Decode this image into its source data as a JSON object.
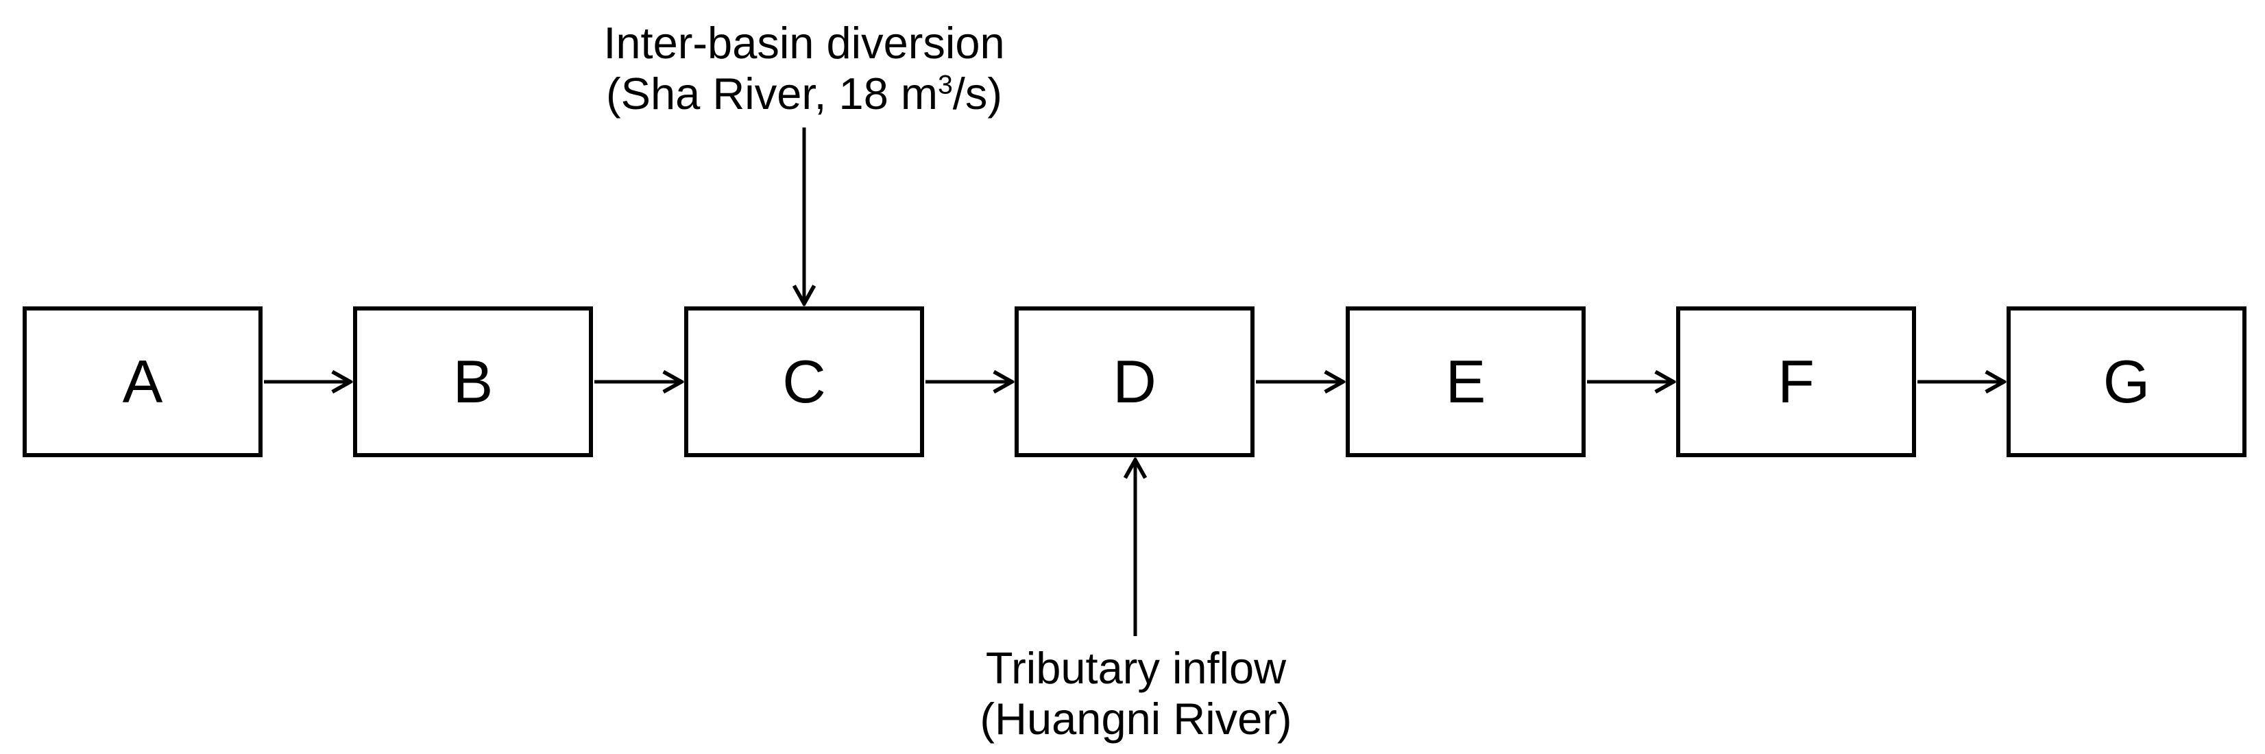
{
  "figure": {
    "background_color": "#ffffff",
    "line_color": "#000000",
    "type": "serial-flow-diagram",
    "nodes": [
      {
        "id": "A",
        "label": "A"
      },
      {
        "id": "B",
        "label": "B"
      },
      {
        "id": "C",
        "label": "C"
      },
      {
        "id": "D",
        "label": "D"
      },
      {
        "id": "E",
        "label": "E"
      },
      {
        "id": "F",
        "label": "F"
      },
      {
        "id": "G",
        "label": "G"
      }
    ],
    "edges": [
      {
        "from": "A",
        "to": "B"
      },
      {
        "from": "B",
        "to": "C"
      },
      {
        "from": "C",
        "to": "D"
      },
      {
        "from": "D",
        "to": "E"
      },
      {
        "from": "E",
        "to": "F"
      },
      {
        "from": "F",
        "to": "G"
      }
    ],
    "annotations": {
      "top": {
        "line1": "Inter-basin diversion",
        "line2_prefix": "(Sha River, 18 m",
        "line2_sup": "3",
        "line2_suffix": "/s)",
        "target_node": "C",
        "arrow_direction": "down-into-top-of-node"
      },
      "bottom": {
        "line1": "Tributary inflow",
        "line2": "(Huangni River)",
        "target_node": "D",
        "arrow_direction": "up-into-bottom-of-node"
      }
    }
  }
}
